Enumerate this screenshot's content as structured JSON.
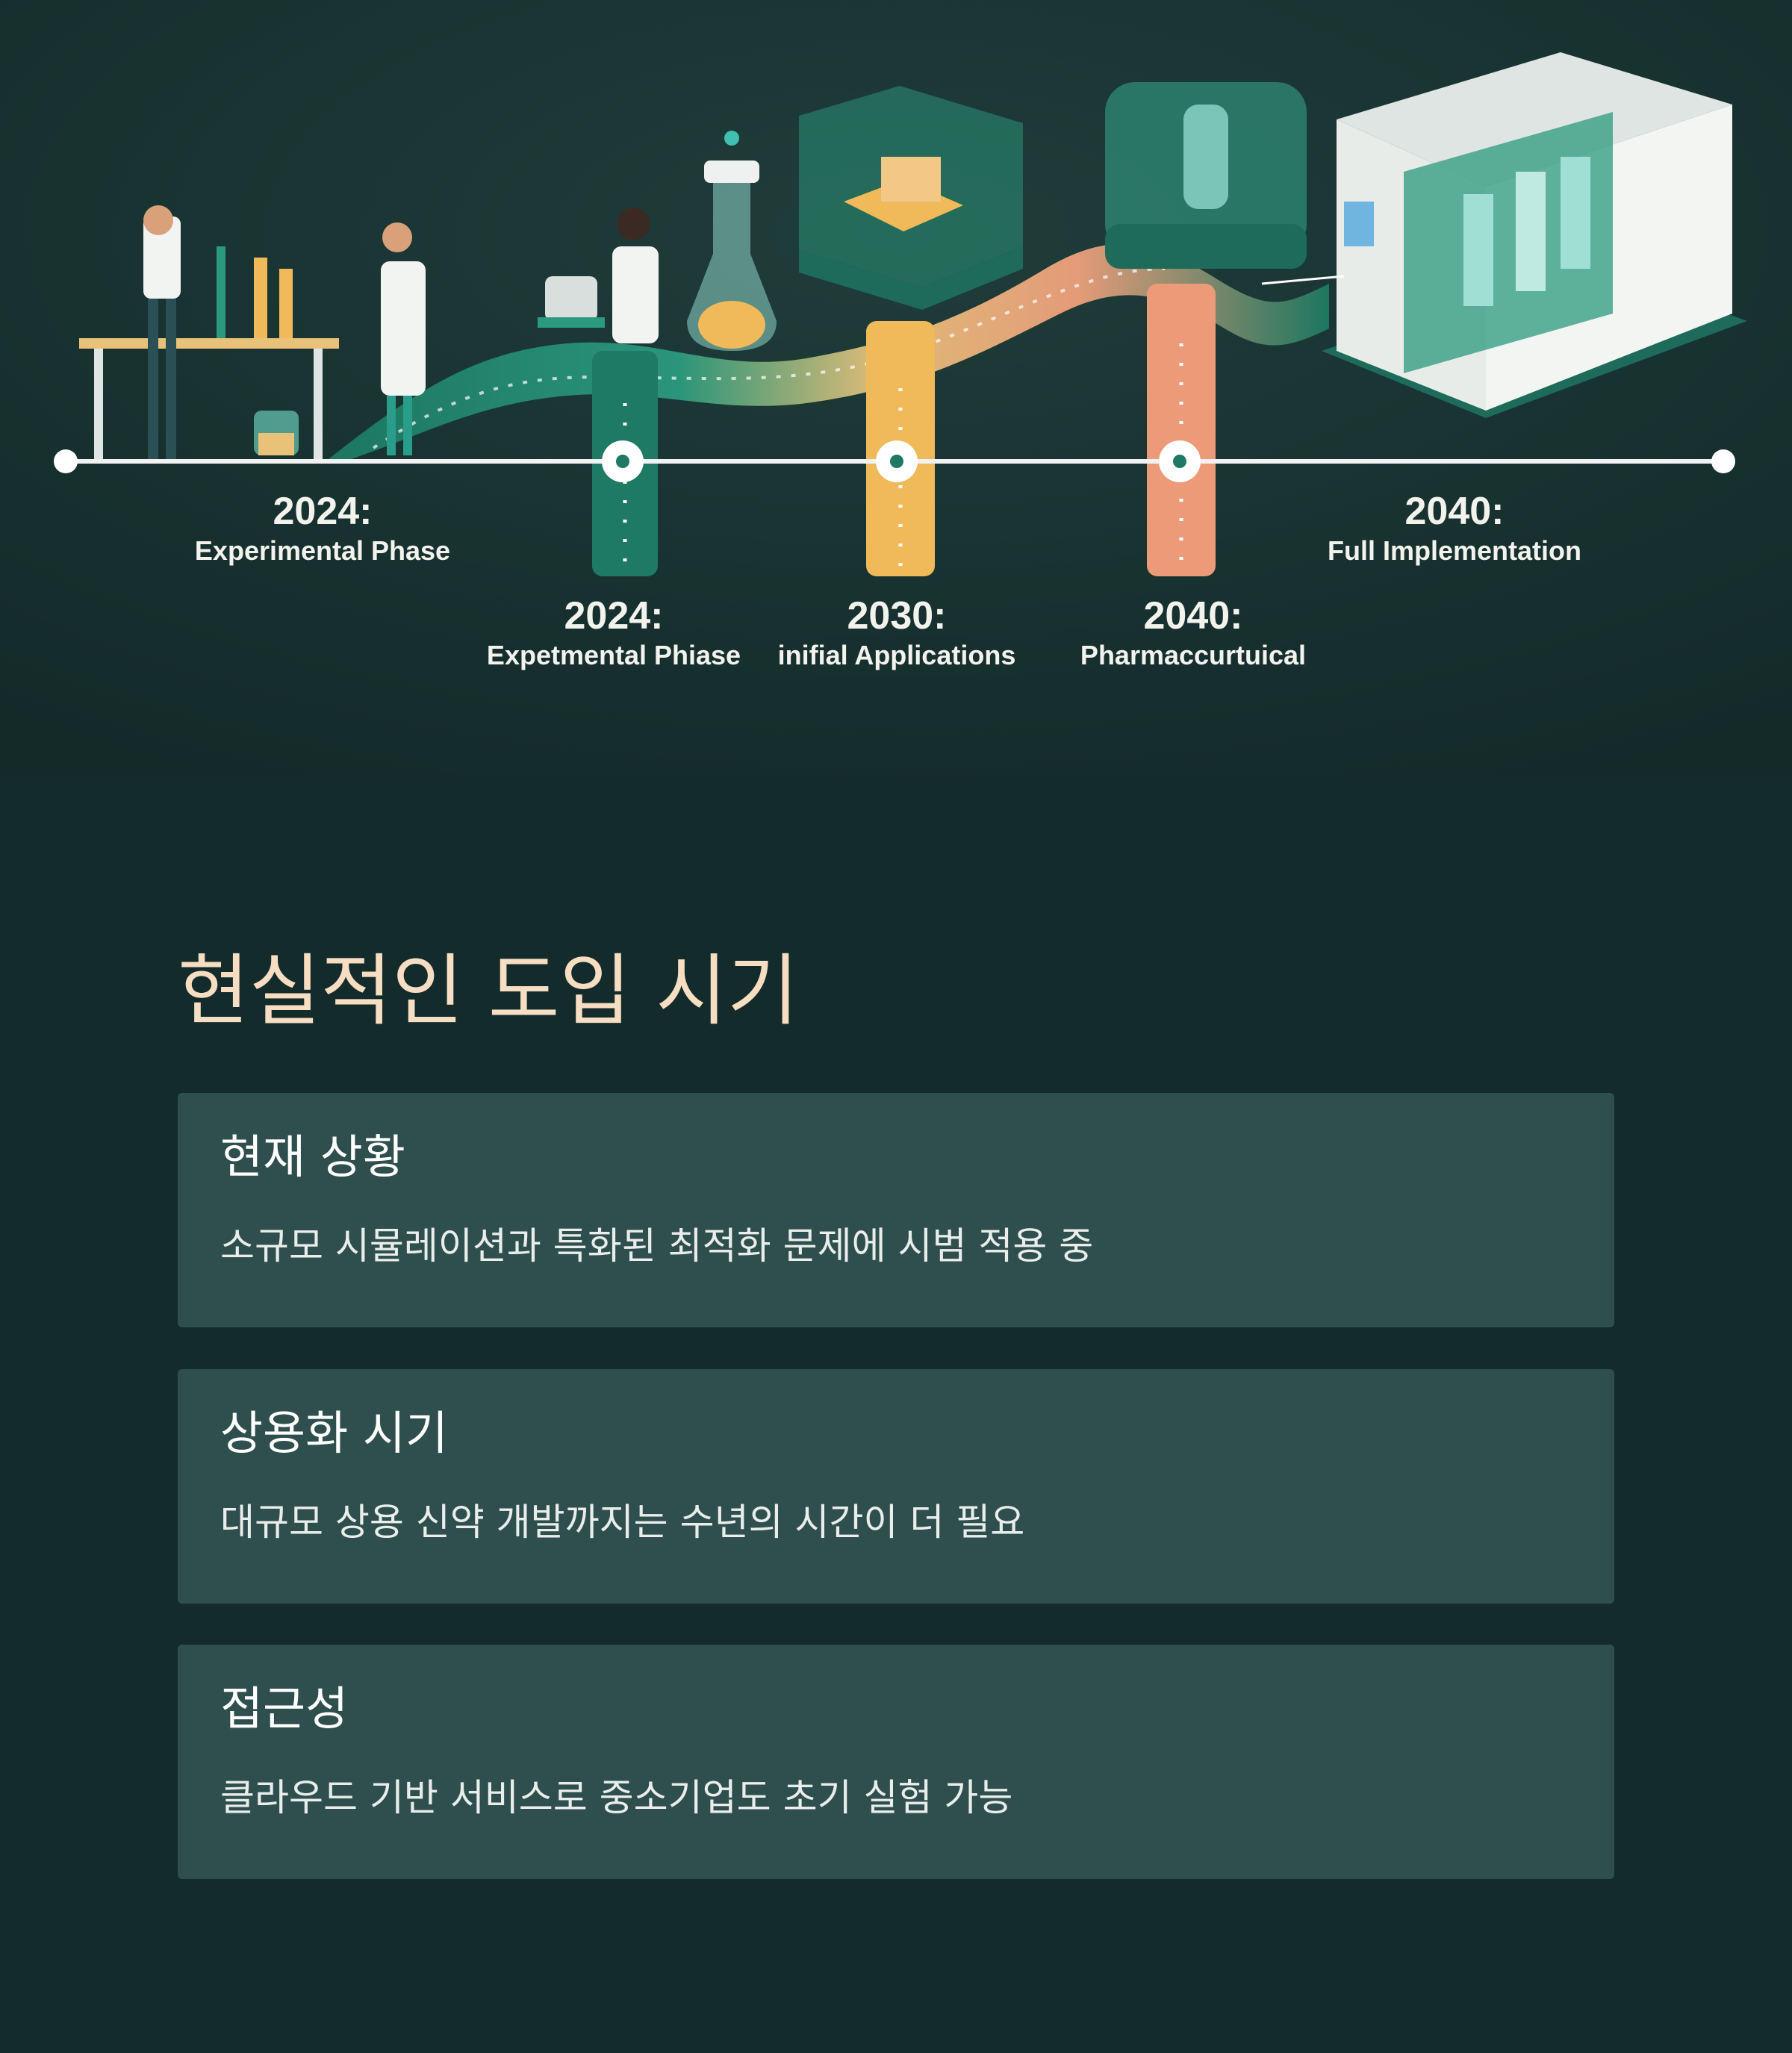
{
  "timeline": {
    "milestones": [
      {
        "id": "top-left",
        "year": "2024:",
        "label": "Experimental Phase"
      },
      {
        "id": "marker-1",
        "year": "2024:",
        "label": "Expetmental Phiase"
      },
      {
        "id": "marker-2",
        "year": "2030:",
        "label": "inifial Applications"
      },
      {
        "id": "marker-3",
        "year": "2040:",
        "label": "Pharmaccurtuical"
      },
      {
        "id": "top-right",
        "year": "2040:",
        "label": "Full Implementation"
      }
    ],
    "colors": {
      "background": "#183331",
      "teal": "#1f8a6e",
      "gold": "#f0b95a",
      "peach": "#ec9a78",
      "line": "#f2f2f2"
    }
  },
  "section": {
    "title": "현실적인 도입 시기"
  },
  "cards": [
    {
      "title": "현재 상황",
      "text": "소규모 시뮬레이션과 특화된 최적화 문제에 시범 적용 중"
    },
    {
      "title": "상용화 시기",
      "text": "대규모 상용 신약 개발까지는 수년의 시간이 더 필요"
    },
    {
      "title": "접근성",
      "text": "클라우드 기반 서비스로 중소기업도 초기 실험 가능"
    }
  ],
  "colors": {
    "page_bg": "#132b2b",
    "card_bg": "#2f4f4e",
    "title": "#f7ddc2",
    "card_text": "#ffffff"
  }
}
